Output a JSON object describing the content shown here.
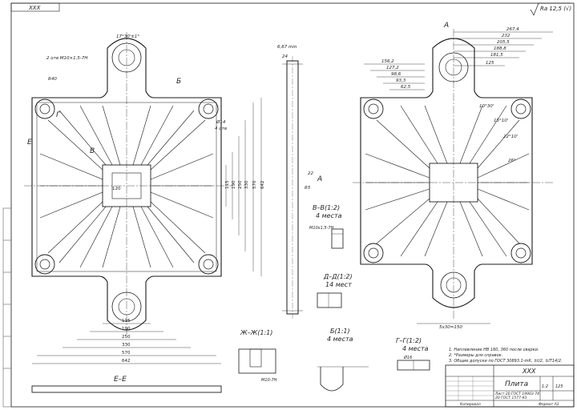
{
  "doc_code_top": "XXX",
  "roughness": "Ra 12,5 (√)",
  "views": {
    "front_cut_A": "А",
    "section_B": "Б",
    "section_V": "В",
    "section_G": "Г",
    "section_E": "Е",
    "section_EE": "Е–Е",
    "section_ZhZh": "Ж–Ж(1:1)",
    "section_VV": "В–В(1:2)",
    "section_VV_count": "4 места",
    "section_DD": "Д–Д(1:2)",
    "section_DD_count": "14 мест",
    "section_B11": "Б(1:1)",
    "section_B11_count": "4 места",
    "section_GG": "Г–Г(1:2)",
    "section_GG_count": "4 места",
    "label_A_side": "А"
  },
  "left_dims": {
    "d_vertical": [
      "115",
      "190",
      "250",
      "330",
      "570",
      "642"
    ],
    "d_horizontal": [
      "115",
      "190",
      "250",
      "330",
      "570",
      "642"
    ],
    "inner": [
      "120",
      "R40",
      "4 отв"
    ],
    "angle_top": "17°30'±1°",
    "holes_top": "2 отв M10×1,5-7H",
    "hole_small": "Ø14"
  },
  "right_dims": {
    "top_row": [
      "267,4",
      "232",
      "205,5",
      "188,8",
      "181,5",
      "125"
    ],
    "left_row": [
      "156,2",
      "127,2",
      "98,6",
      "93,3",
      "62,5"
    ],
    "angles": [
      "10°30'",
      "15°10'",
      "22°10'",
      "26°"
    ],
    "bottom": "5х30=150"
  },
  "side_dims": {
    "top": [
      "6,67 min",
      "24"
    ],
    "mid": [
      "22",
      "R5"
    ]
  },
  "thread_notes": [
    "M10x1,5-7H",
    "M10-7H",
    "Ø16"
  ],
  "notes": [
    "1. Наплавление НВ 160, 360 после сварки.",
    "2. *Размеры для справок.",
    "3. Общие допуски по ГОСТ 30893.1-mK, ±t/2, ±IT14/2."
  ],
  "title_block": {
    "code": "XXX",
    "name": "Плита",
    "material_1": "Лист 20 ГОСТ 19903-74",
    "material_2": "20 ГОСТ 1577-93",
    "mass": "125",
    "scale": "1:2",
    "format": "Формат  А1",
    "copied": "Копировал"
  }
}
